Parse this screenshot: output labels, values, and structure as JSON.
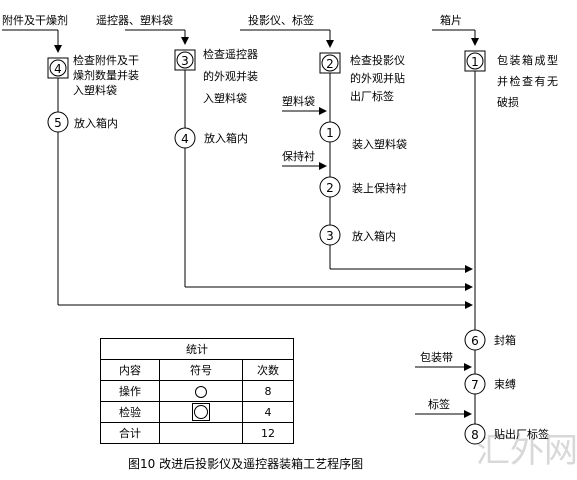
{
  "columns": [
    {
      "input_label": "附件及干燥剂",
      "inspection": {
        "number": "4",
        "lines": [
          "检查附件及干",
          "燥剂数量并装",
          "入塑料袋"
        ]
      },
      "operation": {
        "number": "5",
        "label": "放入箱内"
      }
    },
    {
      "input_label": "遥控器、塑料袋",
      "inspection": {
        "number": "3",
        "lines": [
          "检查遥控器",
          "的外观并装",
          "入塑料袋"
        ]
      },
      "operation": {
        "number": "4",
        "label": "放入箱内"
      }
    },
    {
      "input_label": "投影仪、标签",
      "inspection": {
        "number": "2",
        "lines": [
          "检查投影仪",
          "的外观并贴",
          "出厂标签"
        ]
      },
      "steps": [
        {
          "input_label": "塑料袋",
          "number": "1",
          "label": "装入塑料袋"
        },
        {
          "input_label": "保持衬",
          "number": "2",
          "label": "装上保持衬"
        },
        {
          "number": "3",
          "label": "放入箱内"
        }
      ]
    },
    {
      "input_label": "箱片",
      "inspection": {
        "number": "1",
        "lines": [
          "包装箱成型",
          "并检查有无",
          "破损"
        ]
      }
    }
  ],
  "final_steps": [
    {
      "number": "6",
      "label": "封箱"
    },
    {
      "input_label": "包装带",
      "number": "7",
      "label": "束缚"
    },
    {
      "input_label": "标签",
      "number": "8",
      "label": "贴出厂标签"
    }
  ],
  "stats_table": {
    "title": "统计",
    "headers": [
      "内容",
      "符号",
      "次数"
    ],
    "rows": [
      {
        "content": "操作",
        "symbol": "operation-circle",
        "count": "8"
      },
      {
        "content": "检验",
        "symbol": "inspection-square",
        "count": "4"
      },
      {
        "content": "合计",
        "symbol": "",
        "count": "12"
      }
    ]
  },
  "caption": "图10   改进后投影仪及遥控器装箱工艺程序图",
  "watermark": "汇外网"
}
